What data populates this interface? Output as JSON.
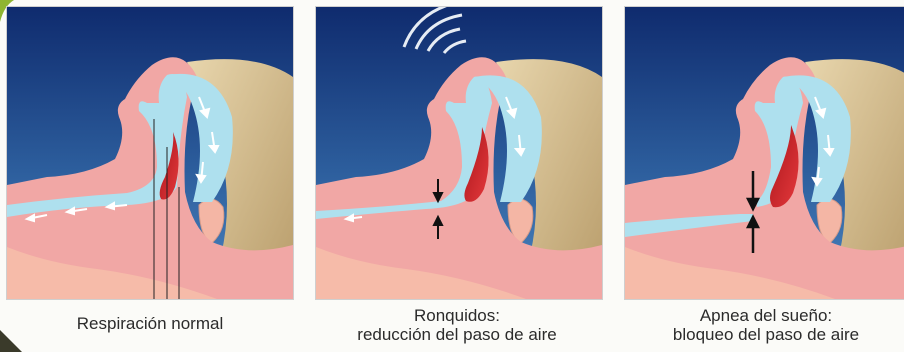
{
  "colors": {
    "sky_top": "#0f2b6e",
    "sky_bottom": "#4d86c0",
    "tissue": "#f1a7a5",
    "airway": "#aee0ee",
    "tongue": "#d3262b",
    "hair": "#d7c29a",
    "neck": "#f6bba9",
    "accent_green": "#8fb531"
  },
  "icons": [
    "sound-waves-icon",
    "narrowing-arrows-icon",
    "airflow-arrows-icon"
  ],
  "panels": [
    {
      "caption_lines": [
        "Respiración normal"
      ]
    },
    {
      "caption_lines": [
        "Ronquidos:",
        "reducción del paso de aire"
      ]
    },
    {
      "caption_lines": [
        "Apnea del sueño:",
        "bloqueo del paso de aire"
      ]
    }
  ]
}
